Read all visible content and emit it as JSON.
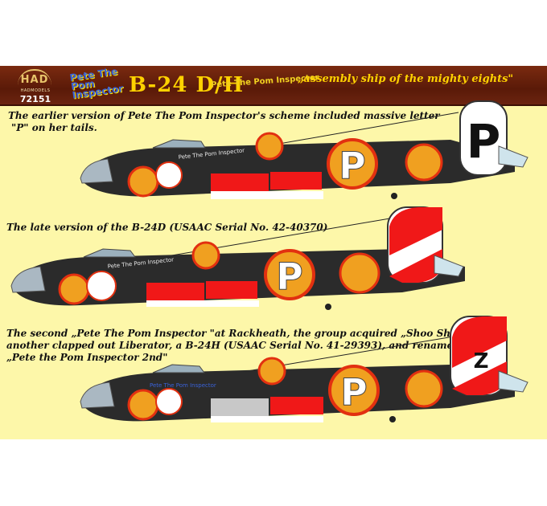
{
  "header": {
    "brand_name": "HAD",
    "brand_sub": "HADMODELS",
    "product_number": "72151",
    "pete_logo_text": "Pete The Pom Inspector",
    "title": "B-24 D/H",
    "pete_small_text": "Pete The Pom Inspector",
    "subtitle": "„assembly ship of the mighty eights\""
  },
  "captions": {
    "first_line1": "The earlier version of Pete The Pom Inspector's scheme included massive letter",
    "first_line2": "\"P\" on her tails.",
    "second": "The late version of the B-24D (USAAC Serial No. 42-40370)",
    "third_line1": "The second „Pete The Pom Inspector \"at Rackheath, the group acquired „Shoo Shoo Baby\",",
    "third_line2": "another clapped out Liberator, a B-24H (USAAC Serial No. 41-29393), and renamed her",
    "third_line3": "„Pete the Pom Inspector 2nd\""
  },
  "planes": [
    {
      "tail_letter": "P",
      "fuselage_letter": "P",
      "tail_style": "white",
      "nose_art": "Pete The Pom Inspector"
    },
    {
      "tail_letter": "",
      "fuselage_letter": "P",
      "tail_style": "red-white",
      "nose_art": "Pete The Pom Inspector"
    },
    {
      "tail_letter": "Z",
      "fuselage_letter": "P",
      "tail_style": "red-white",
      "nose_art": "Pete The Pom Inspector"
    }
  ],
  "colors": {
    "background": "#fdf7a9",
    "banner": "#6b2410",
    "title": "#ffd200",
    "fuselage": "#2a2a2a",
    "roundel_orange": "#f0a020",
    "roundel_red": "#e23010",
    "stripe_red": "#f01818"
  }
}
